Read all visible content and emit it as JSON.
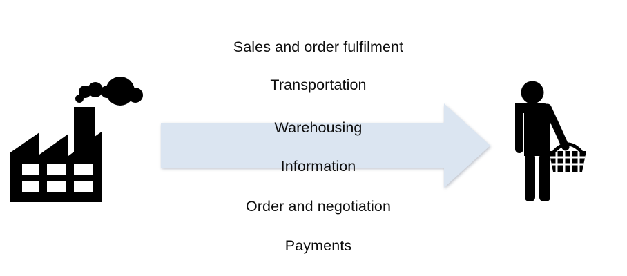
{
  "diagram": {
    "labels": [
      "Sales and order fulfilment",
      "Transportation",
      "Warehousing",
      "Information",
      "Order and negotiation",
      "Payments"
    ],
    "icons": {
      "left": "factory-icon",
      "center": "right-arrow-icon",
      "right": "person-with-shopping-basket-icon"
    },
    "colors": {
      "background": "#ffffff",
      "icon": "#000000",
      "text": "#0d0d0d",
      "arrow_fill": "#dbe5f1"
    }
  }
}
